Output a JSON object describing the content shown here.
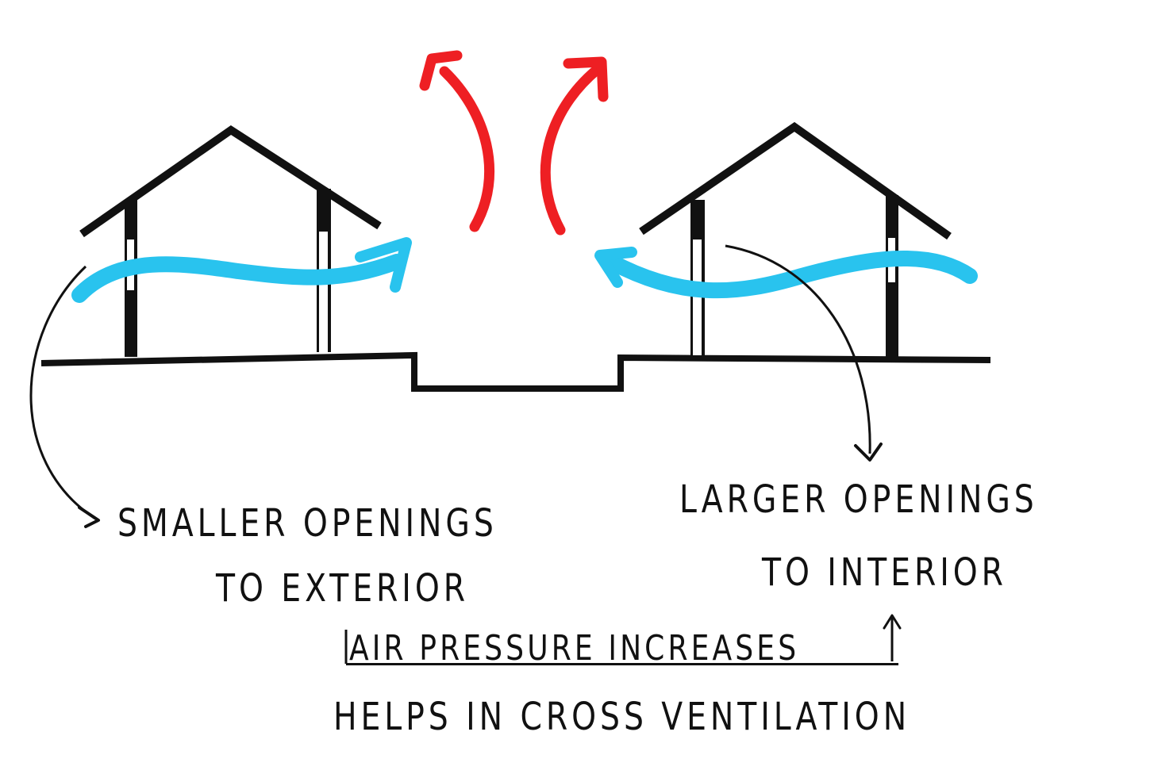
{
  "colors": {
    "ink": "#111111",
    "warm_air": "#ee1f23",
    "cool_air": "#29c3ee",
    "background": "#ffffff"
  },
  "icons": {
    "hot_air": "red-curved-arrow-icon",
    "breeze": "blue-wavy-arrow-icon",
    "pointer": "black-pointer-arrow-icon",
    "increase": "up-arrow-icon"
  },
  "labels": {
    "smaller_openings_line1": "SMALLER OPENINGS",
    "smaller_openings_line2": "TO EXTERIOR",
    "larger_openings_line1": "LARGER OPENINGS",
    "larger_openings_line2": "TO INTERIOR",
    "air_pressure": "AIR PRESSURE INCREASES",
    "helps": "HELPS IN CROSS VENTILATION"
  }
}
